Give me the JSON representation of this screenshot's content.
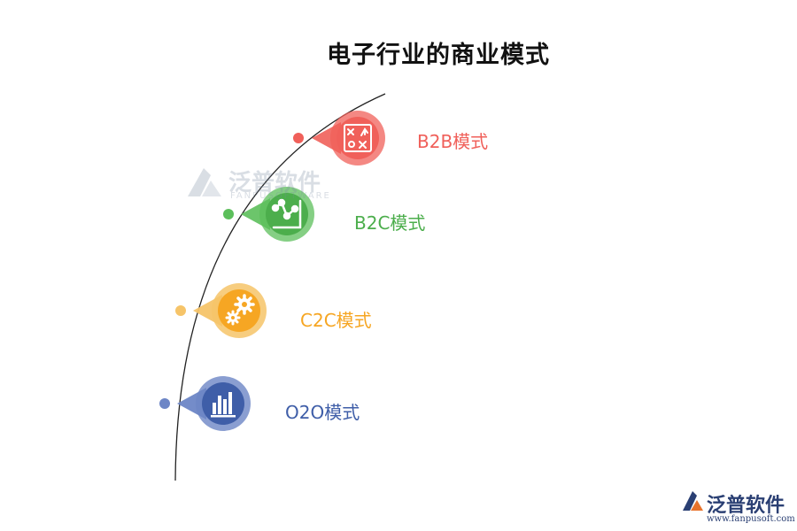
{
  "title": "电子行业的商业模式",
  "items": [
    {
      "label": "B2B模式",
      "color": "#f0605a",
      "icon": "strategy-board-icon"
    },
    {
      "label": "B2C模式",
      "color": "#5cbf5b",
      "icon": "line-chart-icon"
    },
    {
      "label": "C2C模式",
      "color": "#f6a623",
      "icon": "gears-icon"
    },
    {
      "label": "O2O模式",
      "color": "#4a6cb5",
      "icon": "bar-chart-icon"
    }
  ],
  "watermark": {
    "name": "泛普软件",
    "sub": "FANPUSOFTWARE"
  },
  "logo": {
    "name": "泛普软件",
    "url": "www.fanpusoft.com"
  }
}
